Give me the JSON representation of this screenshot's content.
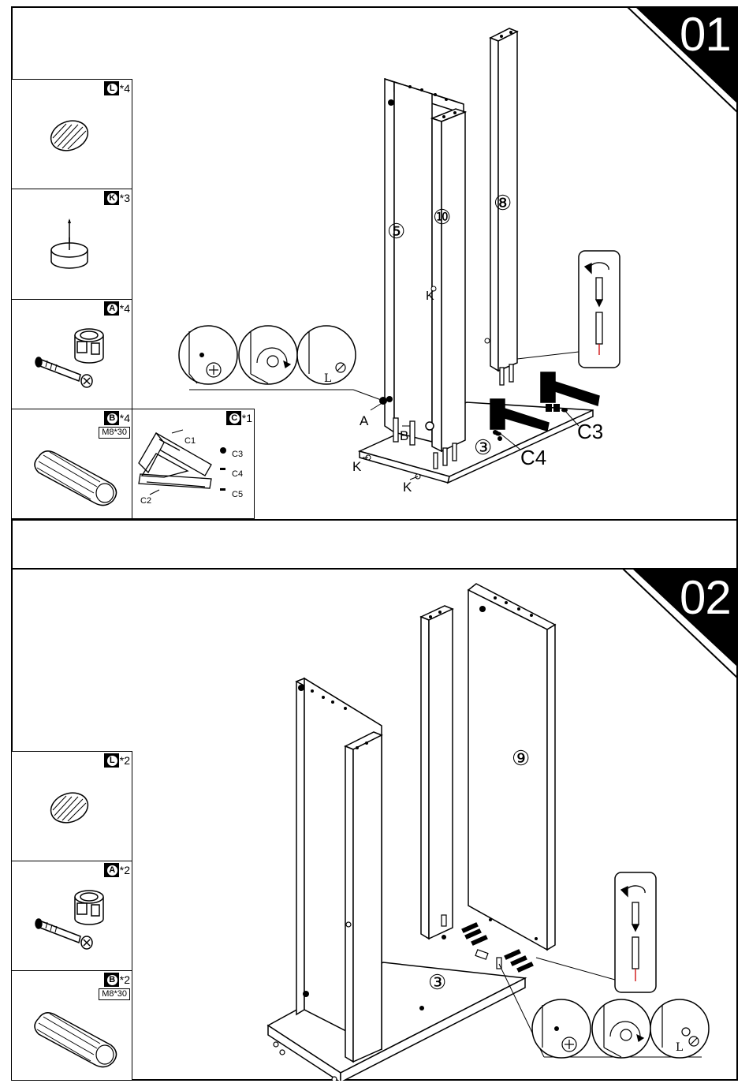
{
  "step1": {
    "number": "01",
    "parts": [
      {
        "letter": "L",
        "qty": "*4"
      },
      {
        "letter": "K",
        "qty": "*3"
      },
      {
        "letter": "A",
        "qty": "*4"
      },
      {
        "letter": "B",
        "qty": "*4",
        "size": "M8*30"
      },
      {
        "letter": "C",
        "qty": "*1"
      }
    ],
    "c_kit_labels": [
      "C1",
      "C2",
      "C3",
      "C4",
      "C5"
    ],
    "panel_labels": [
      "⑤",
      "⑩",
      "⑧",
      "③"
    ],
    "callouts": [
      "K",
      "A",
      "B",
      "K",
      "K",
      "C3",
      "C4"
    ],
    "detail_letter": "L"
  },
  "step2": {
    "number": "02",
    "parts": [
      {
        "letter": "L",
        "qty": "*2"
      },
      {
        "letter": "A",
        "qty": "*2"
      },
      {
        "letter": "B",
        "qty": "*2",
        "size": "M8*30"
      }
    ],
    "panel_labels": [
      "⑨",
      "③"
    ],
    "detail_letter": "L"
  },
  "icons": [
    "screwdriver-turn-icon",
    "cam-lock-icon",
    "dowel-icon",
    "cap-icon",
    "nail-glide-icon",
    "cam-detail-icon",
    "rotate-arrow-icon"
  ]
}
